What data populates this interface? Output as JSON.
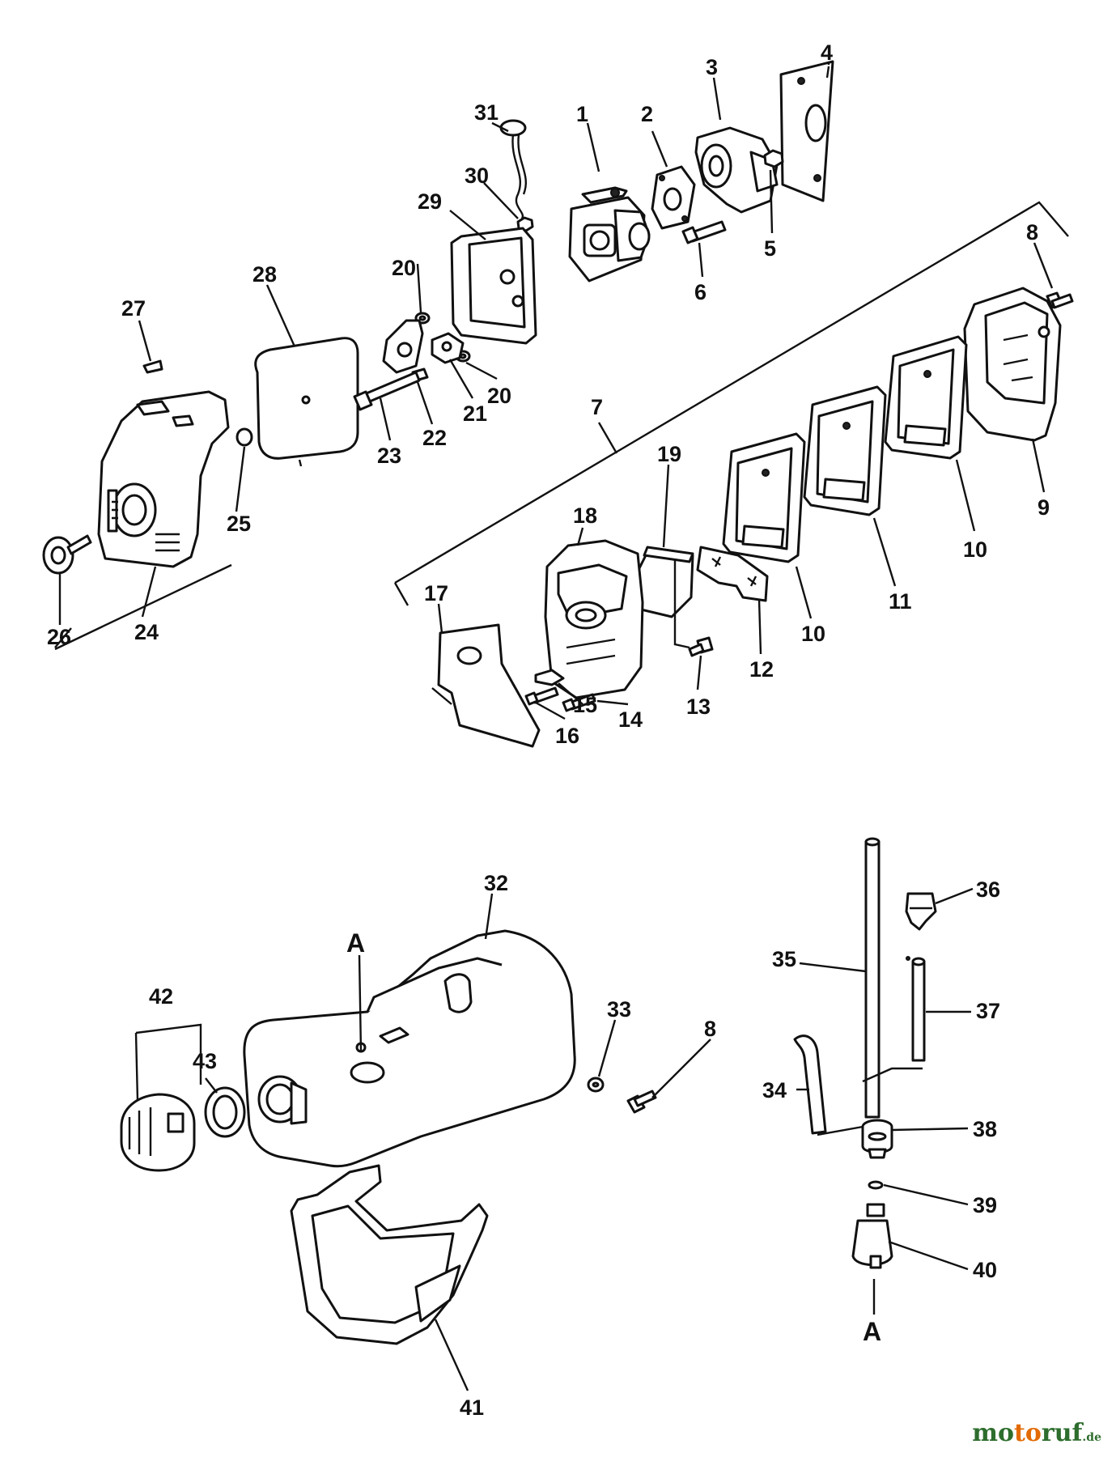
{
  "callouts": {
    "c1": "1",
    "c2": "2",
    "c3": "3",
    "c4": "4",
    "c5": "5",
    "c6": "6",
    "c7": "7",
    "c8a": "8",
    "c8b": "8",
    "c9": "9",
    "c10a": "10",
    "c10b": "10",
    "c11": "11",
    "c12": "12",
    "c13": "13",
    "c14": "14",
    "c15": "15",
    "c16": "16",
    "c17": "17",
    "c18": "18",
    "c19": "19",
    "c20a": "20",
    "c20b": "20",
    "c21": "21",
    "c22": "22",
    "c23": "23",
    "c24": "24",
    "c25": "25",
    "c26": "26",
    "c27": "27",
    "c28": "28",
    "c29": "29",
    "c30": "30",
    "c31": "31",
    "c32": "32",
    "c33": "33",
    "c34": "34",
    "c35": "35",
    "c36": "36",
    "c37": "37",
    "c38": "38",
    "c39": "39",
    "c40": "40",
    "c41": "41",
    "c42": "42",
    "c43": "43",
    "cAa": "A",
    "cAb": "A"
  },
  "brand": {
    "mo": "mo",
    "to": "to",
    "ruf": "ruf",
    "de": ".de"
  },
  "colors": {
    "ink": "#111111",
    "brand_green": "#2d6d2d",
    "brand_orange": "#e26a00"
  }
}
